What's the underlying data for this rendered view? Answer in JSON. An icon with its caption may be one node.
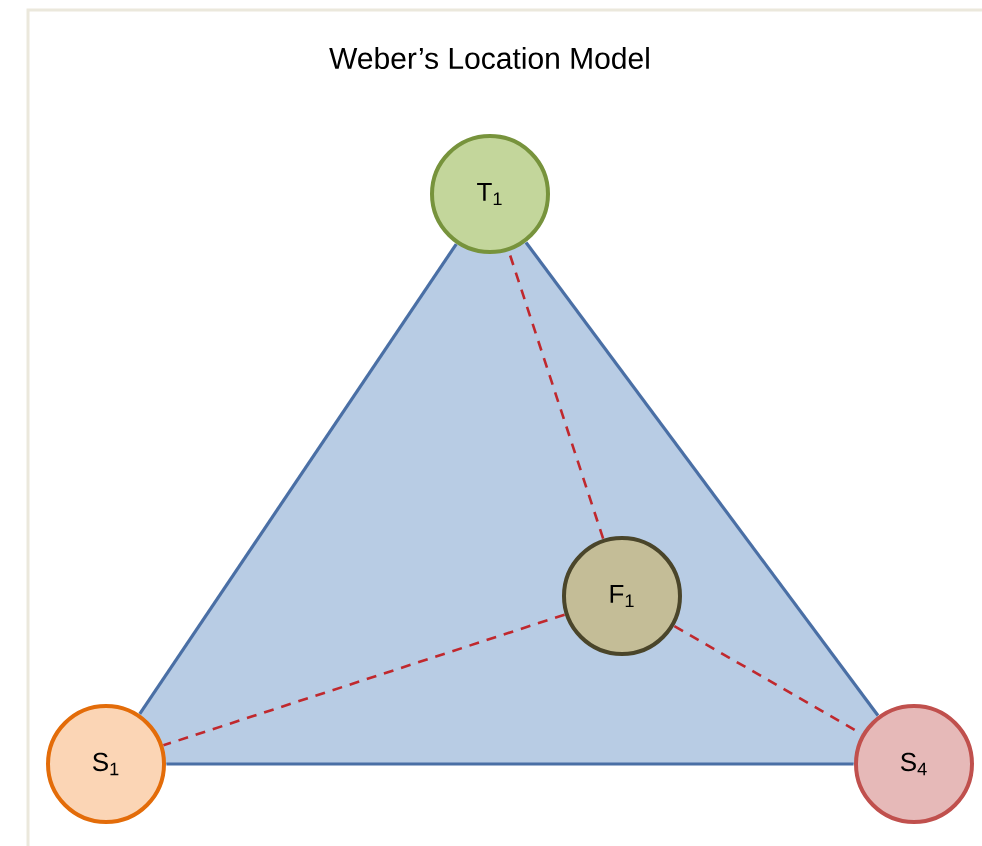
{
  "diagram": {
    "title": "Weber’s Location Model",
    "nodes": [
      {
        "text": [
          "T$_{1}$"
        ]
      },
      {
        "text": [
          "F$_{1}$"
        ]
      },
      {
        "text": [
          "S$_{1}$"
        ]
      },
      {
        "text": [
          "S$_{4}$"
        ]
      }
    ],
    "edges": [
      {
        "from": 0,
        "to": 2,
        "arrow": "none"
      },
      {
        "from": 0,
        "to": 3,
        "arrow": "none"
      },
      {
        "from": 2,
        "to": 3,
        "arrow": "none"
      },
      {
        "from": 1,
        "to": 0,
        "arrow": "none",
        "style": "dashed",
        "color": "#c0282d"
      },
      {
        "from": 1,
        "to": 2,
        "arrow": "none",
        "style": "dashed",
        "color": "#c0282d"
      },
      {
        "from": 1,
        "to": 3,
        "arrow": "none",
        "style": "dashed",
        "color": "#c0282d"
      }
    ]
  }
}
